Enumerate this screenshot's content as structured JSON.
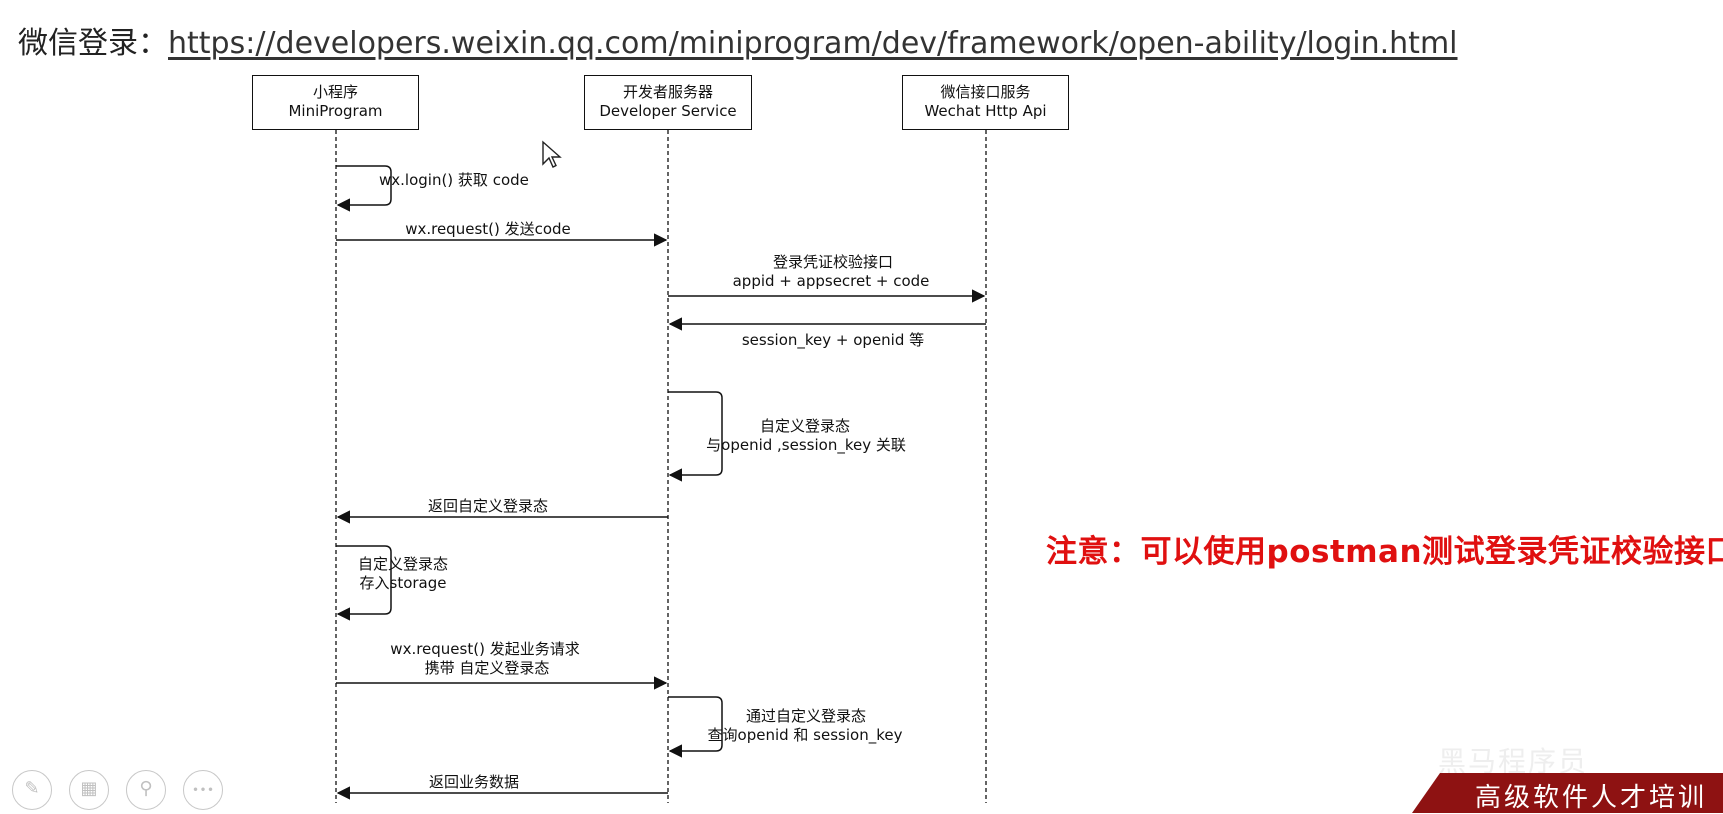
{
  "header": {
    "label": "微信登录：",
    "url": "https://developers.weixin.qq.com/miniprogram/dev/framework/open-ability/login.html"
  },
  "actors": [
    {
      "name": "小程序",
      "sub": "MiniProgram"
    },
    {
      "name": "开发者服务器",
      "sub": "Developer Service"
    },
    {
      "name": "微信接口服务",
      "sub": "Wechat Http Api"
    }
  ],
  "messages": {
    "m1": [
      "wx.login() 获取 code"
    ],
    "m2": [
      "wx.request() 发送code"
    ],
    "m3": [
      "登录凭证校验接口",
      "appid + appsecret + code"
    ],
    "m4": [
      "session_key + openid 等"
    ],
    "m5": [
      "自定义登录态",
      "与openid ,session_key 关联"
    ],
    "m6": [
      "返回自定义登录态"
    ],
    "m7": [
      "自定义登录态",
      "存入storage"
    ],
    "m8": [
      "wx.request() 发起业务请求",
      "携带 自定义登录态"
    ],
    "m9": [
      "通过自定义登录态",
      "查询openid 和 session_key"
    ],
    "m10": [
      "返回业务数据"
    ]
  },
  "note": "注意：可以使用postman测试登录凭证校验接口",
  "brand": "高级软件人才培训",
  "watermark": "黑马程序员",
  "tools": [
    {
      "icon": "pen-icon",
      "glyph": "✎"
    },
    {
      "icon": "layout-icon",
      "glyph": "▦"
    },
    {
      "icon": "zoom-icon",
      "glyph": "⚲"
    },
    {
      "icon": "more-icon",
      "glyph": "∙∙∙"
    }
  ]
}
